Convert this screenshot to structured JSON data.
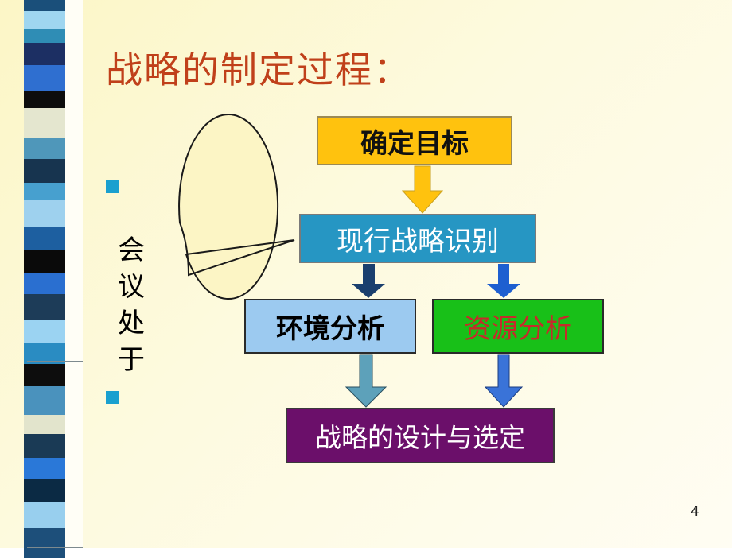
{
  "slide": {
    "title": "战略的制定过程：",
    "page_number": "4"
  },
  "diagram": {
    "nodes": {
      "goal": "确定目标",
      "current": "现行战略识别",
      "environment": "环境分析",
      "resources": "资源分析",
      "design": "战略的设计与选定"
    },
    "callout_chars": [
      "会",
      "议",
      "处",
      "于"
    ]
  },
  "colors": {
    "title": "#c0401a",
    "goal_box": "#ffc20e",
    "current_box": "#2696c3",
    "environment_box": "#9ccaf0",
    "resources_box": "#18c018",
    "resources_text": "#c62b2b",
    "design_box": "#6b0f6a",
    "bullet": "#1aa0cf"
  }
}
